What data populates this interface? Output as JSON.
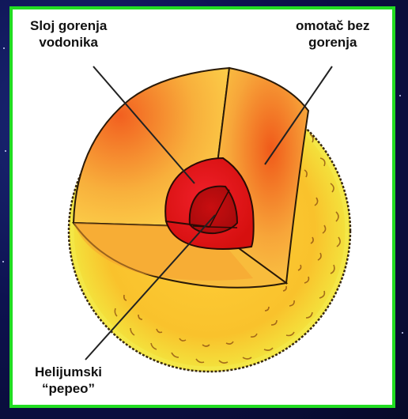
{
  "labels": {
    "hydrogen_shell": [
      "Sloj gorenja",
      "vodonika"
    ],
    "envelope": [
      "omotač bez",
      "gorenja"
    ],
    "helium_ash": [
      "Helijumski",
      "“pepeo”"
    ]
  },
  "colors": {
    "frame": "#22dd22",
    "background": "#0b0d3a",
    "surface": "#f7e23a",
    "envelope": "#f7b23a",
    "shell": "#e8141a",
    "core": "#b80d10",
    "outline": "#222222"
  }
}
